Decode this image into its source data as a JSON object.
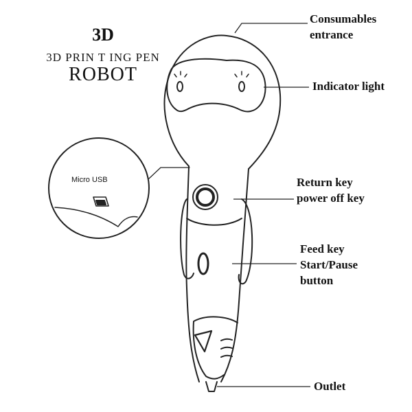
{
  "title": {
    "line1": "3D",
    "line2": "3D  PRIN T ING PEN",
    "line3": "ROBOT"
  },
  "inset": {
    "label": "Micro USB"
  },
  "callouts": {
    "consumables": [
      "Consumables",
      "entrance"
    ],
    "indicator": [
      "Indicator light"
    ],
    "return": [
      "Return key",
      "power off key"
    ],
    "feed": [
      "Feed key",
      "Start/Pause",
      "button"
    ],
    "outlet": [
      "Outlet"
    ]
  }
}
